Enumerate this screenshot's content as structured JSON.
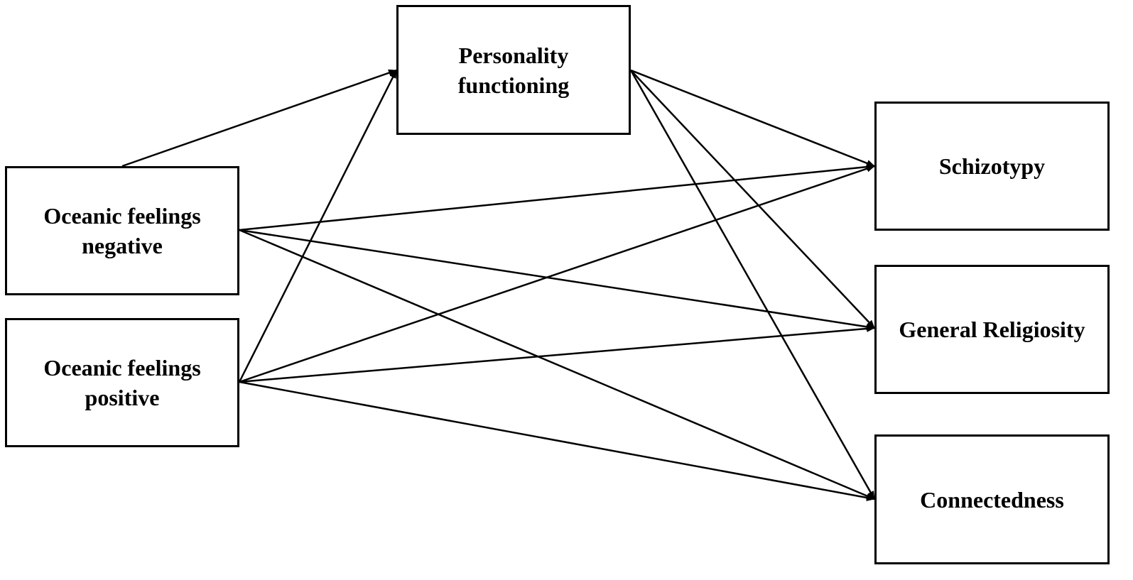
{
  "nodes": {
    "personality": {
      "label": "Personality functioning"
    },
    "oceanic_negative": {
      "label": "Oceanic feelings negative"
    },
    "oceanic_positive": {
      "label": "Oceanic feelings positive"
    },
    "schizotypy": {
      "label": "Schizotypy"
    },
    "general_religiosity": {
      "label": "General Religiosity"
    },
    "connectedness": {
      "label": "Connectedness"
    }
  },
  "edges": [
    {
      "from": "oceanic_negative",
      "to": "personality"
    },
    {
      "from": "oceanic_positive",
      "to": "personality"
    },
    {
      "from": "personality",
      "to": "schizotypy"
    },
    {
      "from": "personality",
      "to": "general_religiosity"
    },
    {
      "from": "personality",
      "to": "connectedness"
    },
    {
      "from": "oceanic_negative",
      "to": "schizotypy"
    },
    {
      "from": "oceanic_negative",
      "to": "general_religiosity"
    },
    {
      "from": "oceanic_negative",
      "to": "connectedness"
    },
    {
      "from": "oceanic_positive",
      "to": "schizotypy"
    },
    {
      "from": "oceanic_positive",
      "to": "general_religiosity"
    },
    {
      "from": "oceanic_positive",
      "to": "connectedness"
    }
  ],
  "colors": {
    "stroke": "#000000",
    "background": "#ffffff"
  }
}
